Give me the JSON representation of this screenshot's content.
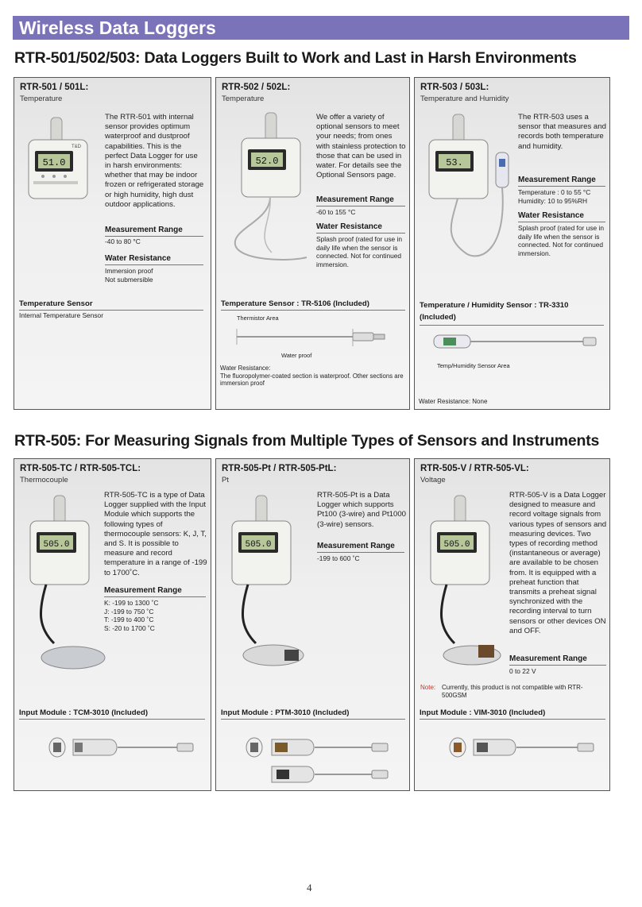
{
  "banner": "Wireless Data Loggers",
  "section1": {
    "heading": "RTR-501/502/503: Data Loggers Built to Work and Last in Harsh Environments",
    "panels": [
      {
        "title": "RTR-501 / 501L:",
        "subtitle": "Temperature",
        "description": "The RTR-501 with internal sensor provides optimum waterproof and dustproof capabilities.  This is the perfect Data Logger for use in harsh environments: whether that may be indoor frozen or refrigerated storage or high humidity, high dust outdoor applications.",
        "display": "51.0",
        "range_label": "Measurement Range",
        "range_value": "-40 to 80 °C",
        "water_label": "Water Resistance",
        "water_value": "Immersion proof\nNot submersible",
        "sensor_label": "Temperature Sensor",
        "sensor_value": "Internal Temperature Sensor"
      },
      {
        "title": "RTR-502 / 502L:",
        "subtitle": "Temperature",
        "description": "We offer a variety of optional sensors to meet your needs; from ones with stainless protection to those that can be used in water. For details see the Optional Sensors page.",
        "display": "52.0",
        "range_label": "Measurement Range",
        "range_value": "-60 to 155 °C",
        "water_label": "Water Resistance",
        "water_value": "Splash proof (rated for use in daily life when the sensor is connected.  Not for continued immersion.",
        "sensor_label": "Temperature Sensor : TR-5106 (Included)",
        "thermistor_label": "Thermistor Area",
        "waterproof_label": "Water proof",
        "sensor_note": "Water Resistance:\nThe fluoropolymer-coated section is  waterproof.  Other sections are immersion proof"
      },
      {
        "title": "RTR-503 / 503L:",
        "subtitle": "Temperature and Humidity",
        "description": "The RTR-503 uses a sensor that measures and records both temperature and humidity.",
        "display": "53.",
        "range_label": "Measurement Range",
        "range_value": "Temperature : 0 to 55 °C\nHumidity: 10 to 95%RH",
        "water_label": "Water Resistance",
        "water_value": "Splash proof (rated for use in daily life when the sensor is connected. Not for continued immersion.",
        "sensor_label": "Temperature / Humidity Sensor : TR-3310 (Included)",
        "sensor_area_label": "Temp/Humidity Sensor Area",
        "sensor_note": "Water Resistance: None"
      }
    ]
  },
  "section2": {
    "heading": "RTR-505: For Measuring Signals from Multiple Types of Sensors and Instruments",
    "panels": [
      {
        "title": "RTR-505-TC / RTR-505-TCL:",
        "subtitle": "Thermocouple",
        "description": "RTR-505-TC is a type of Data Logger supplied with the Input Module which supports the following types of thermocouple sensors: K, J, T, and S. It is possible to measure and record temperature in a range of -199 to 1700˚C.",
        "display": "505.0",
        "range_label": "Measurement Range",
        "range_value": "K: -199 to 1300 ˚C\nJ: -199 to 750 ˚C\nT: -199 to 400 ˚C\nS: -20 to 1700 ˚C",
        "module_label": "Input Module : TCM-3010 (Included)"
      },
      {
        "title": "RTR-505-Pt / RTR-505-PtL:",
        "subtitle": "Pt",
        "description": "RTR-505-Pt is a Data Logger which supports Pt100 (3-wire) and Pt1000 (3-wire) sensors.",
        "display": "505.0",
        "range_label": "Measurement Range",
        "range_value": "-199 to 600 ˚C",
        "module_label": "Input Module : PTM-3010 (Included)"
      },
      {
        "title": "RTR-505-V / RTR-505-VL:",
        "subtitle": "Voltage",
        "description": "RTR-505-V is a Data Logger designed to measure and record voltage signals from various types of sensors and measuring devices. Two types of recording method (instantaneous or average) are available to be chosen from. It is equipped with a preheat function that transmits a preheat signal synchronized with the recording interval to turn sensors or other devices ON and OFF.",
        "display": "505.0",
        "range_label": "Measurement Range",
        "range_value": "0 to 22 V",
        "note_label": "Note:",
        "note_text": "Currently, this product is not compatible with RTR-500GSM",
        "module_label": "Input Module : VIM-3010 (Included)"
      }
    ]
  },
  "page_number": "4",
  "colors": {
    "banner": "#7a73b9",
    "note": "#c0392b",
    "lcd": "#b8c79a"
  }
}
